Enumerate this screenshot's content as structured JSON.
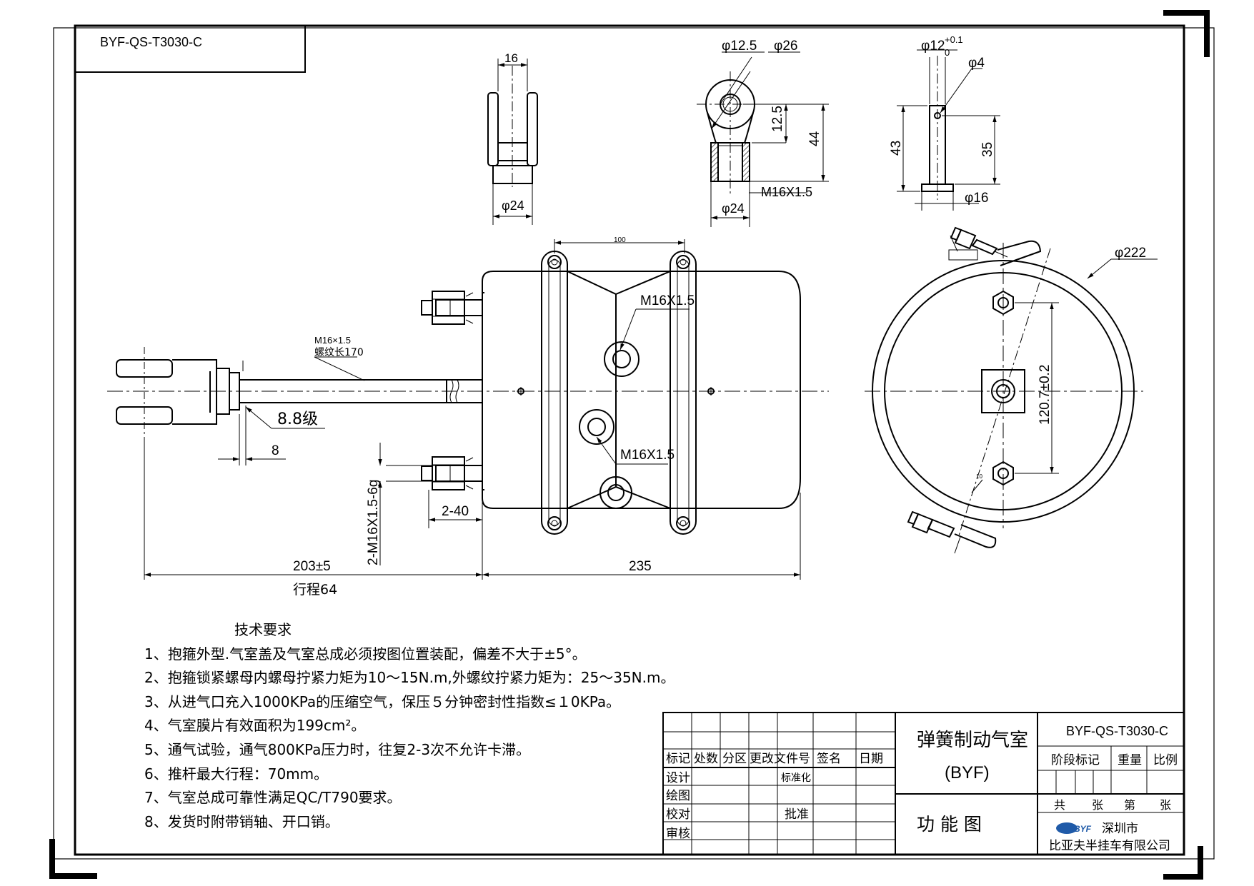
{
  "drawing_number": "BYF-QS-T3030-C",
  "clevis_view": {
    "dim_width": "16",
    "dim_diameter": "φ24"
  },
  "eye_view": {
    "dim_hole": "φ12.5",
    "dim_outer": "φ26",
    "dim_center_height": "12.5",
    "dim_total_height": "44",
    "dim_thread": "M16X1.5",
    "dim_base": "φ24"
  },
  "pin_view": {
    "dim_pin_diameter": "φ12",
    "tol_upper": "+0.1",
    "tol_lower": "0",
    "dim_hole": "φ4",
    "dim_length": "43",
    "dim_hole_position": "35",
    "dim_head": "φ16"
  },
  "main_view": {
    "dim_100": "100",
    "rod_thread": "M16×1.5",
    "rod_thread_length": "螺纹长170",
    "grade": "8.8级",
    "dim_8": "8",
    "port_top": "M16X1.5",
    "port_bottom": "M16X1.5",
    "mount_thread": "2-M16X1.5-6g",
    "dim_2_40": "2-40",
    "dim_203": "203±5",
    "stroke": "行程64",
    "dim_235": "235"
  },
  "side_view": {
    "dim_diameter": "φ222",
    "dim_stud_spacing": "120.7±0.2",
    "dim_small": "10"
  },
  "tech_requirements": {
    "title": "技术要求",
    "items": [
      "1、抱箍外型.气室盖及气室总成必须按图位置装配，偏差不大于±5°。",
      "2、抱箍锁紧螺母内螺母拧紧力矩为10～15N.m,外螺纹拧紧力矩为：25～35N.m。",
      "3、从进气口充入1000KPa的压缩空气，保压５分钟密封性指数≤１0KPa。",
      "4、气室膜片有效面积为199cm²。",
      "5、通气试验，通气800KPa压力时，往复2-3次不允许卡滞。",
      "6、推杆最大行程：70mm。",
      "7、气室总成可靠性满足QC/T790要求。",
      "8、发货时附带销轴、开口销。"
    ]
  },
  "title_block": {
    "headers": [
      "标记",
      "处数",
      "分区",
      "更改文件号",
      "签名",
      "日期"
    ],
    "row_labels": [
      "设计",
      "绘图",
      "校对",
      "审核"
    ],
    "standardization": "标准化",
    "approve": "批准",
    "product_name": "弹簧制动气室",
    "product_code": "(BYF)",
    "drawing_type": "功 能 图",
    "drawing_number": "BYF-QS-T3030-C",
    "stage_mark": "阶段标记",
    "weight": "重量",
    "scale": "比例",
    "sheets": [
      "共",
      "张",
      "第",
      "张"
    ],
    "logo_text": "BYF",
    "city": "深圳市",
    "company": "比亚夫半挂车有限公司"
  }
}
